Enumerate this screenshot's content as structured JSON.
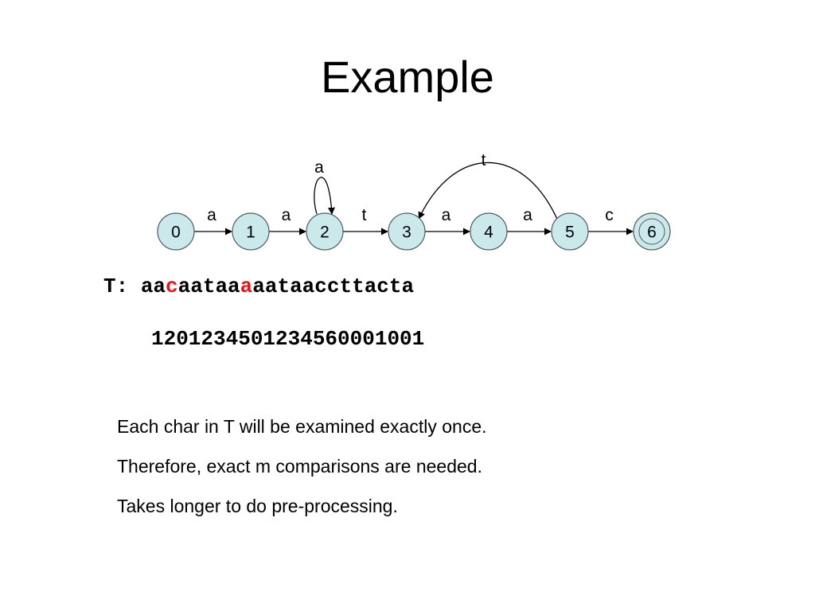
{
  "slide": {
    "title": "Example"
  },
  "automaton": {
    "states": [
      "0",
      "1",
      "2",
      "3",
      "4",
      "5",
      "6"
    ],
    "accepting_state": "6",
    "transitions": [
      {
        "from": "0",
        "to": "1",
        "label": "a"
      },
      {
        "from": "1",
        "to": "2",
        "label": "a"
      },
      {
        "from": "2",
        "to": "2",
        "label": "a"
      },
      {
        "from": "2",
        "to": "3",
        "label": "t"
      },
      {
        "from": "3",
        "to": "4",
        "label": "a"
      },
      {
        "from": "4",
        "to": "5",
        "label": "a"
      },
      {
        "from": "5",
        "to": "3",
        "label": "t"
      },
      {
        "from": "5",
        "to": "6",
        "label": "c"
      }
    ],
    "node_fill": "#cbe9eb",
    "node_stroke": "#4f5a63"
  },
  "text_string": {
    "prefix": "T: ",
    "segments": [
      {
        "text": "aa",
        "highlight": false
      },
      {
        "text": "c",
        "highlight": true
      },
      {
        "text": "aataa",
        "highlight": false
      },
      {
        "text": "a",
        "highlight": true
      },
      {
        "text": "aataaccttacta",
        "highlight": false
      }
    ],
    "highlight_color": "#e8141c"
  },
  "state_sequence": "1201234501234560001001",
  "notes": [
    "Each char in T will be examined exactly once.",
    "Therefore, exact m comparisons are needed.",
    "Takes longer to do pre-processing."
  ]
}
